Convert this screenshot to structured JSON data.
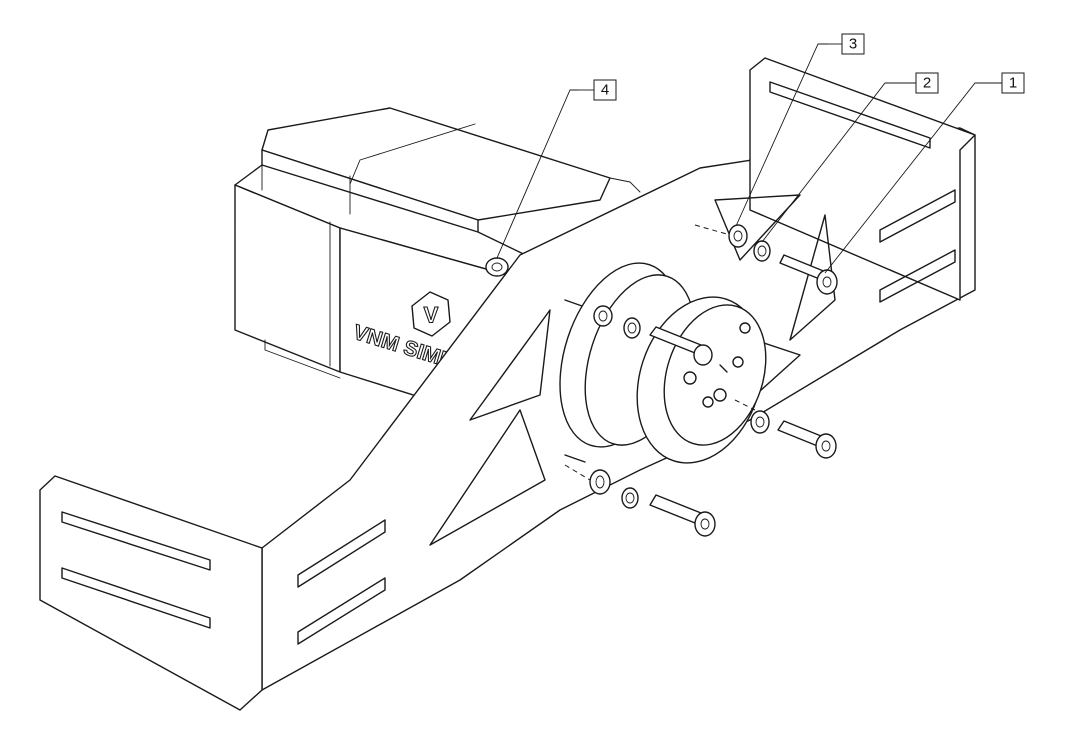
{
  "callouts": [
    {
      "id": "1",
      "label": "1"
    },
    {
      "id": "2",
      "label": "2"
    },
    {
      "id": "3",
      "label": "3"
    },
    {
      "id": "4",
      "label": "4"
    }
  ],
  "motor": {
    "brand_text": "VNM SIMULATIO",
    "logo_letter": "V"
  }
}
